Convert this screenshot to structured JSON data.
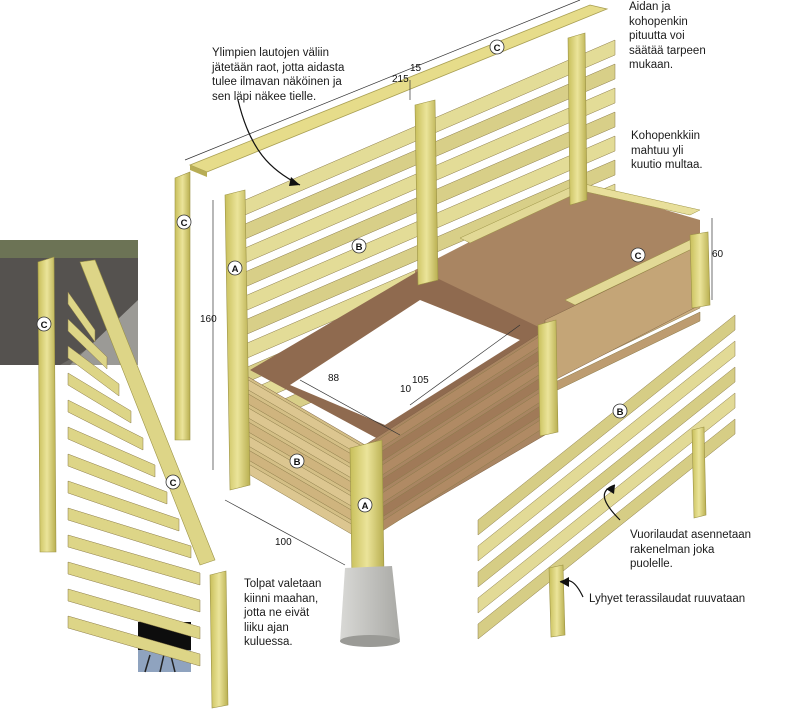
{
  "notes": {
    "top_left": [
      "Ylimpien lautojen väliin",
      "jätetään raot, jotta aidasta",
      "tulee ilmavan näköinen ja",
      "sen läpi näkee tielle."
    ],
    "top_right": [
      "Aidan ja",
      "kohopenkin",
      "pituutta voi",
      "säätää tarpeen",
      "mukaan."
    ],
    "right_mid": [
      "Kohopenkkiin",
      "mahtuu yli",
      "kuutio multaa."
    ],
    "right_low": [
      "Vuorilaudat asennetaan",
      "rakenelman joka",
      "puolelle."
    ],
    "right_bottom": [
      "Lyhyet terassilaudat ruuvataan"
    ],
    "bottom_mid": [
      "Tolpat valetaan",
      "kiinni maahan,",
      "jotta ne eivät",
      "liiku ajan",
      "kuluessa."
    ]
  },
  "dimensions": {
    "d215": "215",
    "d15": "15",
    "d160": "160",
    "d60": "60",
    "d88": "88",
    "d105": "105",
    "d10": "10",
    "d100": "100"
  },
  "labels": {
    "a": "A",
    "b": "B",
    "c": "C"
  },
  "colors": {
    "wood_light": "#dcd98c",
    "wood_mid": "#c9b27a",
    "wood_dark": "#a8835f",
    "wood_inner": "#8f6a4f",
    "post": "#e4dc7a",
    "concrete": "#c7c7c4"
  }
}
